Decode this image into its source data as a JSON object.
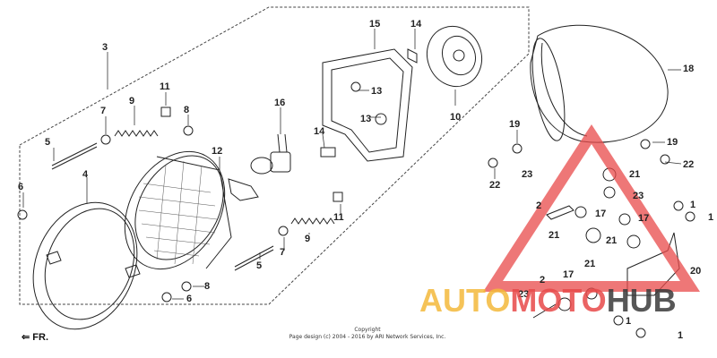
{
  "callouts": [
    {
      "id": "c3",
      "text": "3"
    },
    {
      "id": "c9a",
      "text": "9"
    },
    {
      "id": "c7a",
      "text": "7"
    },
    {
      "id": "c5a",
      "text": "5"
    },
    {
      "id": "c11a",
      "text": "11"
    },
    {
      "id": "c8a",
      "text": "8"
    },
    {
      "id": "c12",
      "text": "12"
    },
    {
      "id": "c16",
      "text": "16"
    },
    {
      "id": "c15",
      "text": "15"
    },
    {
      "id": "c14a",
      "text": "14"
    },
    {
      "id": "c13a",
      "text": "13"
    },
    {
      "id": "c13b",
      "text": "13"
    },
    {
      "id": "c14b",
      "text": "14"
    },
    {
      "id": "c10",
      "text": "10"
    },
    {
      "id": "c18",
      "text": "18"
    },
    {
      "id": "c19a",
      "text": "19"
    },
    {
      "id": "c19b",
      "text": "19"
    },
    {
      "id": "c22a",
      "text": "22"
    },
    {
      "id": "c22b",
      "text": "22"
    },
    {
      "id": "c6a",
      "text": "6"
    },
    {
      "id": "c4",
      "text": "4"
    },
    {
      "id": "c11b",
      "text": "11"
    },
    {
      "id": "c9b",
      "text": "9"
    },
    {
      "id": "c7b",
      "text": "7"
    },
    {
      "id": "c5b",
      "text": "5"
    },
    {
      "id": "c8b",
      "text": "8"
    },
    {
      "id": "c6b",
      "text": "6"
    },
    {
      "id": "c23a",
      "text": "23"
    },
    {
      "id": "c21a",
      "text": "21"
    },
    {
      "id": "c23b",
      "text": "23"
    },
    {
      "id": "c2a",
      "text": "2"
    },
    {
      "id": "c17a",
      "text": "17"
    },
    {
      "id": "c17b",
      "text": "17"
    },
    {
      "id": "c21b",
      "text": "21"
    },
    {
      "id": "c21c",
      "text": "21"
    },
    {
      "id": "c1a",
      "text": "1"
    },
    {
      "id": "c1b",
      "text": "1"
    },
    {
      "id": "c20",
      "text": "20"
    },
    {
      "id": "c2b",
      "text": "2"
    },
    {
      "id": "c17c",
      "text": "17"
    },
    {
      "id": "c21d",
      "text": "21"
    },
    {
      "id": "c23c",
      "text": "23"
    },
    {
      "id": "c1c",
      "text": "1"
    },
    {
      "id": "c1d",
      "text": "1"
    }
  ],
  "direction_label": "FR.",
  "copyright": {
    "line1": "Copyright",
    "line2": "Page design (c) 2004 - 2016 by ARI Network Services, Inc."
  },
  "watermark": {
    "part1": "AUTO",
    "part2": "MOTO",
    "part3": "HUB"
  },
  "colors": {
    "line": "#222222",
    "watermark_red": "#e84a4a",
    "watermark_orange": "#f4b93b"
  }
}
